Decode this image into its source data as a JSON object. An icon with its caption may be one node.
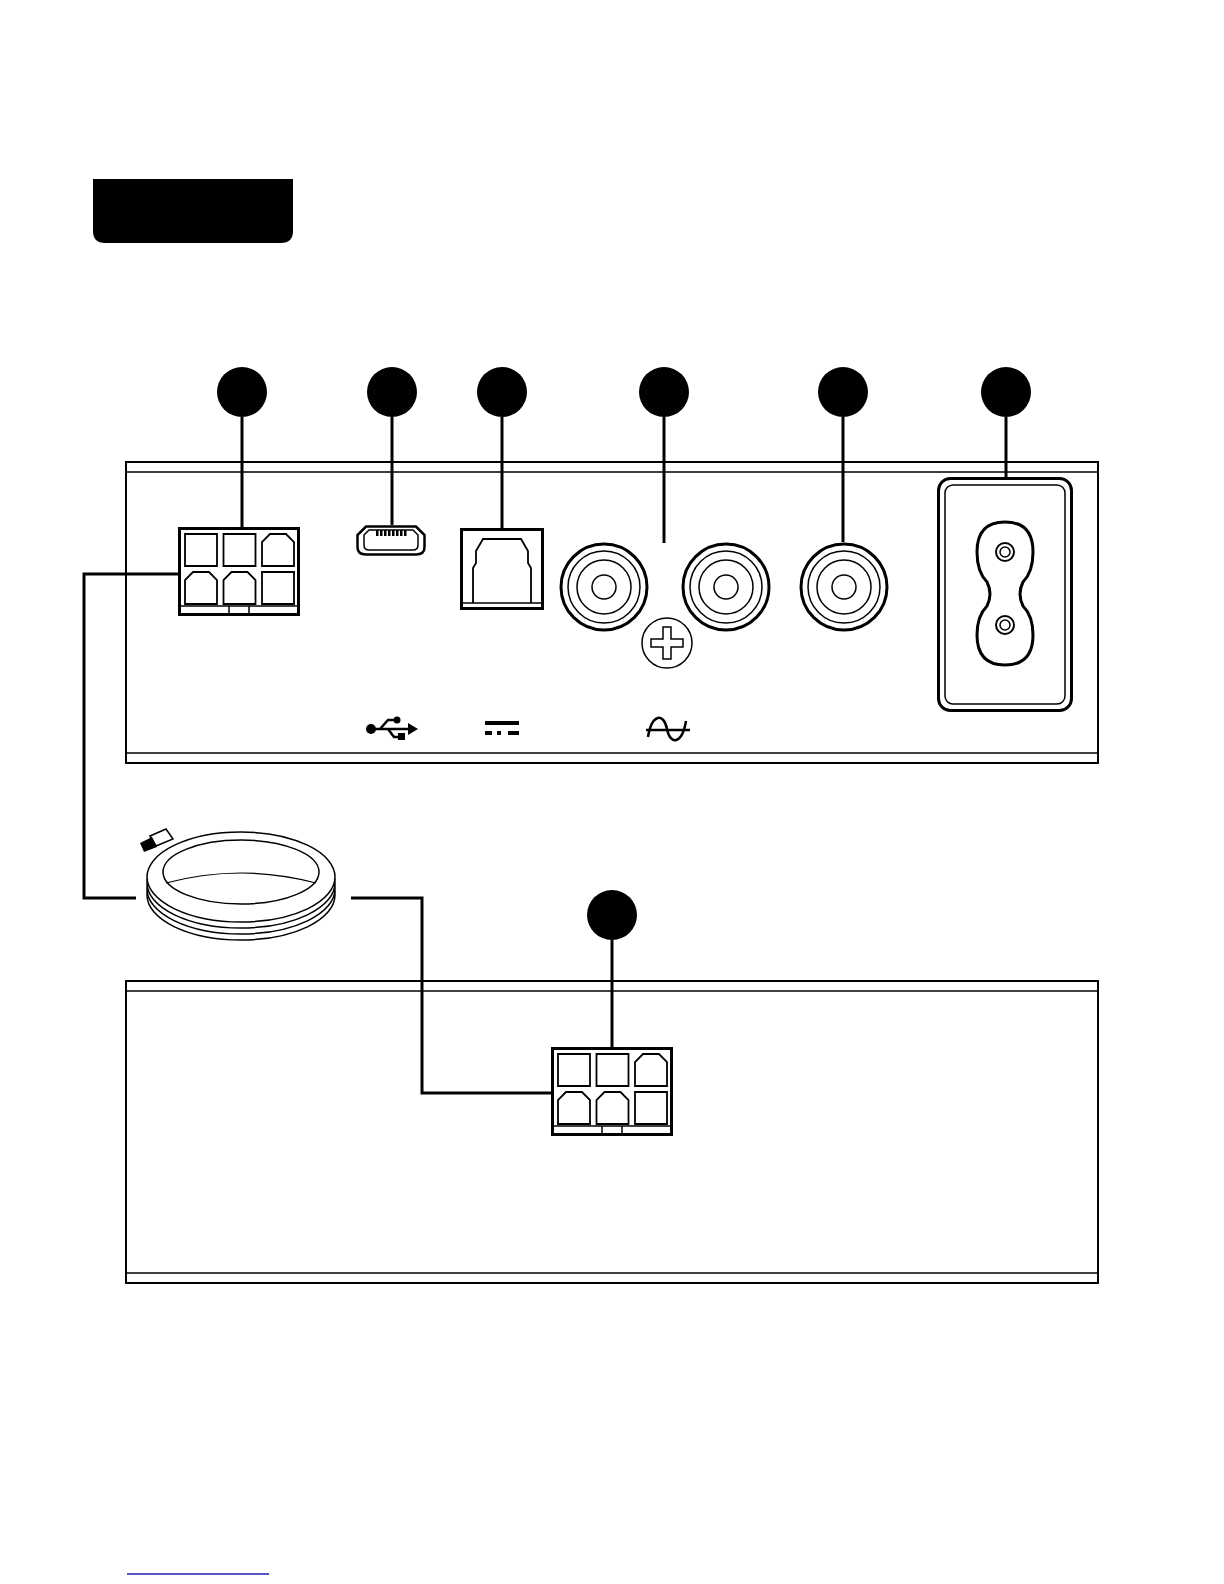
{
  "diagram": {
    "nodes": [
      {
        "text": [],
        "shape": "box"
      },
      {
        "text": [],
        "shape": "circle"
      },
      {
        "text": [],
        "shape": "circle"
      },
      {
        "text": [],
        "shape": "circle"
      },
      {
        "text": [],
        "shape": "circle"
      },
      {
        "text": [],
        "shape": "circle"
      },
      {
        "text": [],
        "shape": "circle"
      },
      {
        "text": [],
        "shape": "box"
      },
      {
        "text": [],
        "shape": "box"
      },
      {
        "text": [],
        "shape": "box"
      },
      {
        "text": [],
        "shape": "circle"
      },
      {
        "text": [],
        "shape": "circle"
      },
      {
        "text": [],
        "shape": "box"
      },
      {
        "text": [],
        "shape": "picture"
      },
      {
        "text": [],
        "shape": "circle"
      },
      {
        "text": [],
        "shape": "box"
      }
    ],
    "edges": [
      {
        "from": 1,
        "to": 7,
        "arrow": "none"
      },
      {
        "from": 2,
        "to": 8,
        "arrow": "none"
      },
      {
        "from": 3,
        "to": 9,
        "arrow": "none"
      },
      {
        "from": 4,
        "to": 10,
        "arrow": "none"
      },
      {
        "from": 5,
        "to": 11,
        "arrow": "none"
      },
      {
        "from": 6,
        "to": 12,
        "arrow": "none"
      },
      {
        "from": 7,
        "to": 13,
        "arrow": "none"
      },
      {
        "from": 13,
        "to": 15,
        "arrow": "none"
      },
      {
        "from": 14,
        "to": 15,
        "arrow": "none"
      }
    ]
  }
}
